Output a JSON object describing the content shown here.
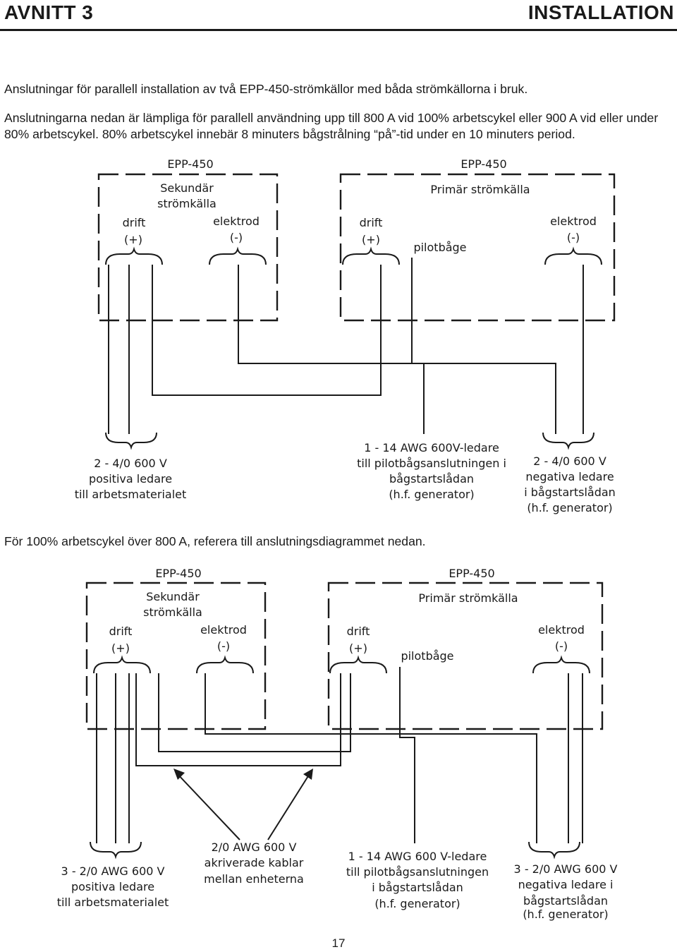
{
  "header": {
    "section": "AVNITT 3",
    "title": "INSTALLATION"
  },
  "intro": {
    "line1": "Anslutningar för parallell installation av två EPP-450-strömkällor med båda strömkällorna i bruk.",
    "line2": "Anslutningarna nedan är lämpliga för parallell användning upp till 800 A vid 100% arbetscykel eller 900 A vid eller under 80% arbetscykel. 80% arbetscykel innebär 8 minuters bågstrålning “på”-tid under en 10 minuters period."
  },
  "diagram1": {
    "secondary_model": "EPP-450",
    "secondary_name": [
      "Sekundär",
      "strömkälla"
    ],
    "primary_model": "EPP-450",
    "primary_name": "Primär strömkälla",
    "drift": "drift",
    "plus": "(+)",
    "elektrod": "elektrod",
    "minus": "(-)",
    "pilot": "pilotbåge",
    "callouts": {
      "positive": [
        "2 - 4/0 600 V",
        "positiva ledare",
        "till arbetsmaterialet"
      ],
      "pilot": [
        "1 - 14 AWG 600V-ledare",
        "till pilotbågsanslutningen i",
        "bågstartslådan",
        "(h.f. generator)"
      ],
      "negative": [
        "2 - 4/0 600 V",
        "negativa ledare",
        "i bågstartslådan",
        "(h.f. generator)"
      ]
    }
  },
  "middle_text": "För 100% arbetscykel över 800 A, referera till anslutningsdiagrammet nedan.",
  "diagram2": {
    "secondary_model": "EPP-450",
    "secondary_name": [
      "Sekundär",
      "strömkälla"
    ],
    "primary_model": "EPP-450",
    "primary_name": "Primär strömkälla",
    "drift": "drift",
    "plus": "(+)",
    "elektrod": "elektrod",
    "minus": "(-)",
    "pilot": "pilotbåge",
    "callouts": {
      "positive": [
        "3 - 2/0 AWG 600 V",
        "positiva ledare",
        "till arbetsmaterialet"
      ],
      "jumper": [
        "2/0 AWG 600 V",
        "akriverade kablar",
        "mellan enheterna"
      ],
      "pilot": [
        "1 - 14 AWG 600 V-ledare",
        "till pilotbågsanslutningen",
        "i bågstartslådan",
        "(h.f. generator)"
      ],
      "negative": [
        "3 - 2/0 AWG 600 V",
        "negativa ledare i",
        "bågstartslådan",
        "(h.f. generator)"
      ]
    }
  },
  "page_number": "17"
}
